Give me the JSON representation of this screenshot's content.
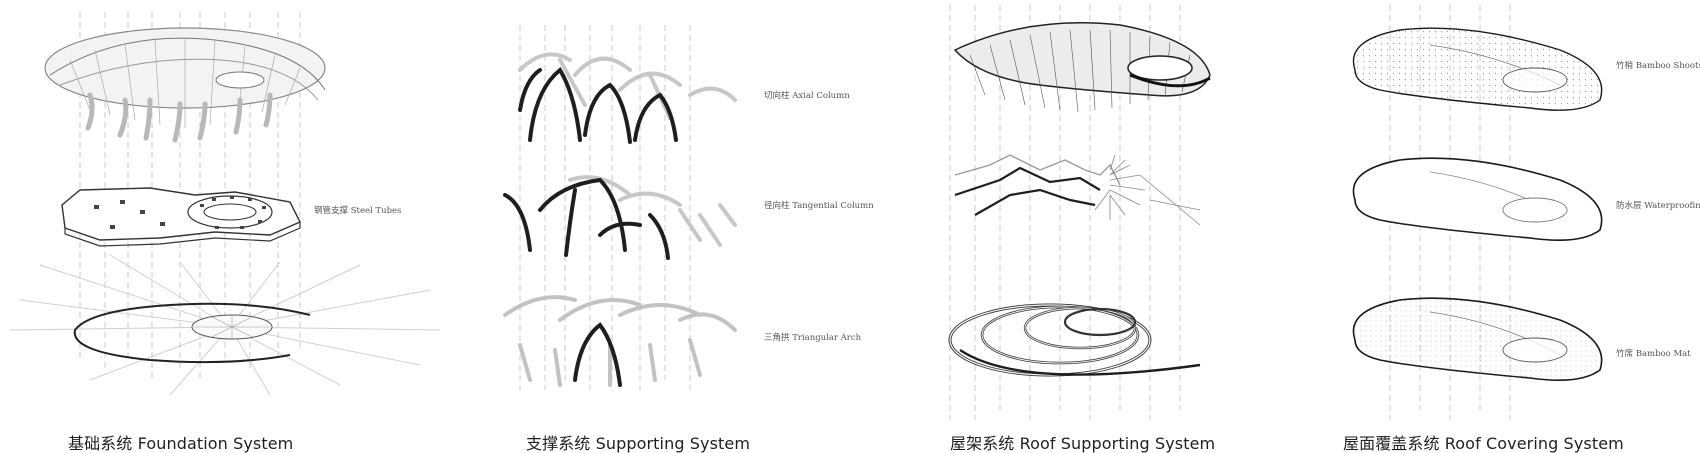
{
  "panels": [
    {
      "caption": "基础系统 Foundation System",
      "labels": [
        "钢管支撑 Steel Tubes"
      ]
    },
    {
      "caption": "支撑系统 Supporting System",
      "labels": [
        "切向柱 Axial Column",
        "径向柱 Tangential Column",
        "三角拱 Triangular Arch"
      ]
    },
    {
      "caption": "屋架系统 Roof Supporting System",
      "labels": []
    },
    {
      "caption": "屋面覆盖系统 Roof Covering System",
      "labels": [
        "竹梢 Bamboo Shoots",
        "防水层 Waterproofing",
        "竹席 Bamboo Mat"
      ]
    }
  ],
  "colors": {
    "background": "#ffffff",
    "line_dark": "#1a1a1a",
    "line_light": "#bdbdbd",
    "guide_dash": "#c8c8c8",
    "caption_text": "#1f1f1f"
  }
}
